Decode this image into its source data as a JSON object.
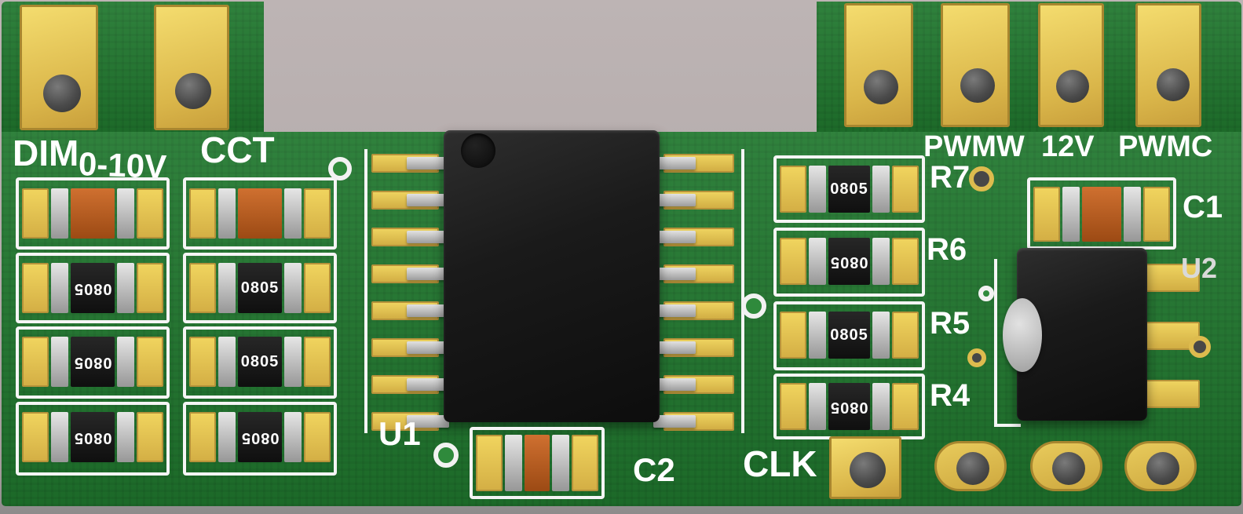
{
  "colors": {
    "board_green": "#20782e",
    "pad_yellow": "#e9c94f",
    "silkscreen_white": "#ffffff",
    "background_gray": "#b5acac",
    "ic_black": "#1b1b1b",
    "capacitor_orange": "#b65e1f"
  },
  "connectors": {
    "left": [
      {
        "label": "DIM"
      },
      {
        "label": "0-10V"
      },
      {
        "label": "CCT"
      }
    ],
    "right": [
      {
        "label": "PWMW"
      },
      {
        "label": "12V"
      },
      {
        "label": "PWMC"
      }
    ],
    "clk_label": "CLK"
  },
  "components": {
    "u1": "U1",
    "u2": "U2",
    "c1": "C1",
    "c2": "C2",
    "r4": "R4",
    "r5": "R5",
    "r6": "R6",
    "r7": "R7"
  },
  "markings": {
    "smd_package": "0805"
  }
}
